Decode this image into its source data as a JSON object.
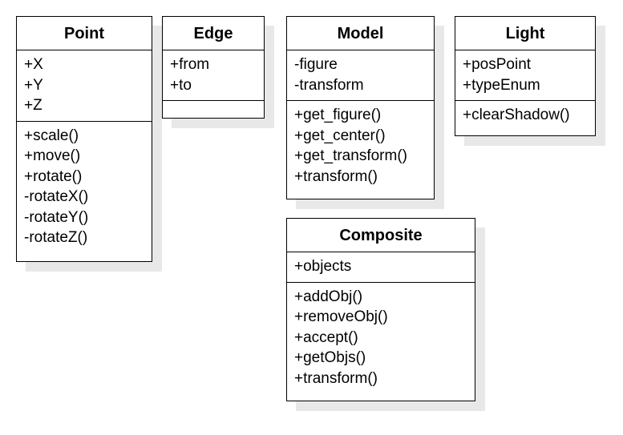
{
  "classes": {
    "point": {
      "name": "Point",
      "attributes": [
        "+X",
        "+Y",
        "+Z"
      ],
      "methods": [
        "+scale()",
        "+move()",
        "+rotate()",
        "-rotateX()",
        "-rotateY()",
        "-rotateZ()"
      ]
    },
    "edge": {
      "name": "Edge",
      "attributes": [
        "+from",
        "+to"
      ],
      "methods": []
    },
    "model": {
      "name": "Model",
      "attributes": [
        "-figure",
        "-transform"
      ],
      "methods": [
        "+get_figure()",
        "+get_center()",
        "+get_transform()",
        "+transform()"
      ]
    },
    "light": {
      "name": "Light",
      "attributes": [
        "+posPoint",
        "+typeEnum"
      ],
      "methods": [
        "+clearShadow()"
      ]
    },
    "composite": {
      "name": "Composite",
      "attributes": [
        "+objects"
      ],
      "methods": [
        "+addObj()",
        "+removeObj()",
        "+accept()",
        "+getObjs()",
        "+transform()"
      ]
    }
  }
}
